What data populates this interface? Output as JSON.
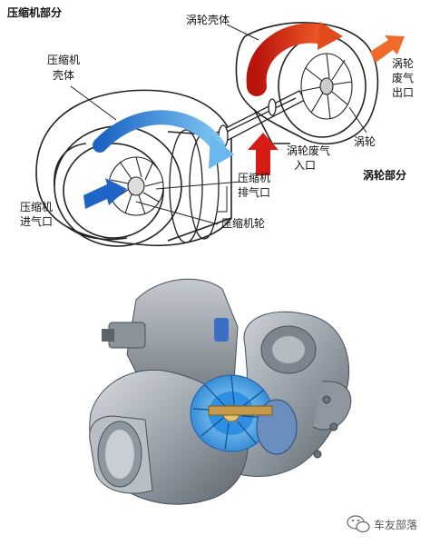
{
  "diagram": {
    "section_compressor": "压缩机部分",
    "section_turbine": "涡轮部分",
    "labels": {
      "compressor_housing_1": "压缩机",
      "compressor_housing_2": "壳体",
      "turbine_housing": "涡轮壳体",
      "exhaust_outlet_1": "涡轮",
      "exhaust_outlet_2": "废气",
      "exhaust_outlet_3": "出口",
      "turbine_wheel": "涡轮",
      "exhaust_inlet_1": "涡轮废气",
      "exhaust_inlet_2": "入口",
      "compressor_outlet_1": "压缩机",
      "compressor_outlet_2": "排气口",
      "compressor_inlet_1": "压缩机",
      "compressor_inlet_2": "进气口",
      "compressor_wheel": "压缩机轮"
    },
    "colors": {
      "hot_flow": "#e02a1e",
      "cold_flow": "#2f8fe0",
      "line": "#222222",
      "metal": "#a9b0b8",
      "cutaway_blue": "#3fa0e8"
    }
  },
  "watermark": {
    "text": "车友部落",
    "icon": "wechat-icon"
  }
}
